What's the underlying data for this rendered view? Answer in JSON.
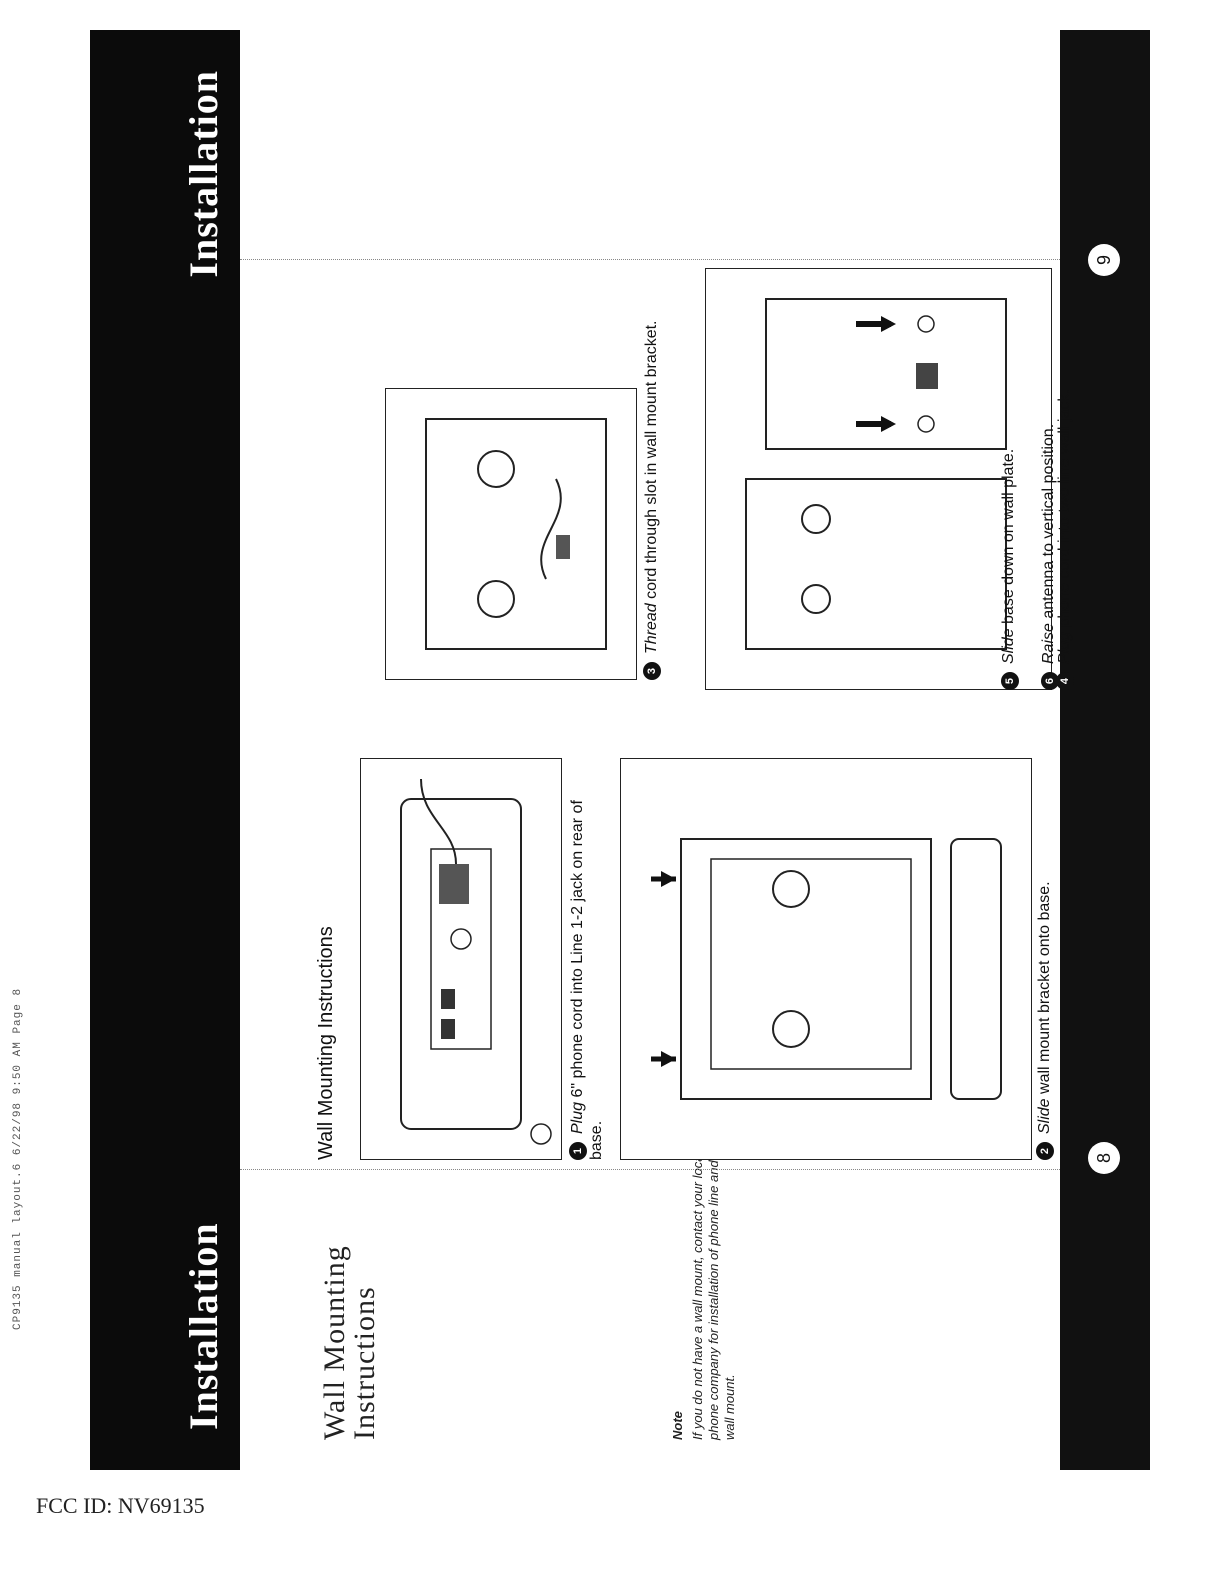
{
  "scan_header": "CP9135 manual layout.6  6/22/98  9:50 AM  Page 8",
  "left_page": {
    "band_title": "Installation",
    "side_title_line1": "Wall Mounting",
    "side_title_line2": "Instructions",
    "note_label": "Note",
    "note_text": "If you do not have a wall mount, contact your local phone company for installation of phone line and wall mount.",
    "page_number": "8"
  },
  "right_page": {
    "band_title": "Installation",
    "page_number": "9"
  },
  "section_heading": "Wall Mounting Instructions",
  "steps": [
    {
      "num": "1",
      "verb": "Plug",
      "rest": " 6\" phone cord into Line 1-2 jack on rear of base."
    },
    {
      "num": "2",
      "verb": "Slide",
      "rest": " wall mount bracket onto base."
    },
    {
      "num": "3",
      "verb": "Thread",
      "rest": " cord through slot in wall mount bracket."
    },
    {
      "num": "4",
      "verb": "Plug",
      "rest": " phone cord into two line wall jack."
    },
    {
      "num": "5",
      "verb": "Slide",
      "rest": " base down on wall plate."
    },
    {
      "num": "6",
      "verb": "Raise",
      "rest": " antenna to vertical position."
    }
  ],
  "footer": "FCC ID: NV69135"
}
